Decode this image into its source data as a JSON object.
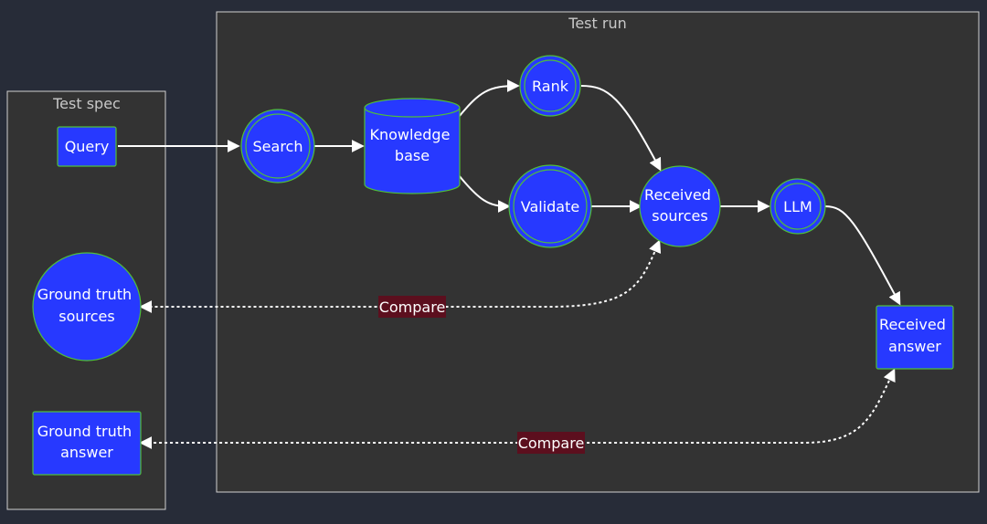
{
  "subgraphs": {
    "test_spec": {
      "title": "Test spec"
    },
    "test_run": {
      "title": "Test run"
    }
  },
  "nodes": {
    "query": {
      "label": "Query"
    },
    "ground_truth_sources": {
      "label": [
        "Ground truth",
        "sources"
      ]
    },
    "ground_truth_answer": {
      "label": [
        "Ground truth",
        "answer"
      ]
    },
    "search": {
      "label": "Search"
    },
    "knowledge_base": {
      "label": [
        "Knowledge",
        "base"
      ]
    },
    "rank": {
      "label": "Rank"
    },
    "validate": {
      "label": "Validate"
    },
    "received_sources": {
      "label": [
        "Received",
        "sources"
      ]
    },
    "llm": {
      "label": "LLM"
    },
    "received_answer": {
      "label": [
        "Received",
        "answer"
      ]
    }
  },
  "edges": [
    {
      "from": "query",
      "to": "search",
      "style": "solid"
    },
    {
      "from": "search",
      "to": "knowledge_base",
      "style": "solid"
    },
    {
      "from": "knowledge_base",
      "to": "rank",
      "style": "solid"
    },
    {
      "from": "knowledge_base",
      "to": "validate",
      "style": "solid"
    },
    {
      "from": "rank",
      "to": "received_sources",
      "style": "solid"
    },
    {
      "from": "validate",
      "to": "received_sources",
      "style": "solid"
    },
    {
      "from": "received_sources",
      "to": "llm",
      "style": "solid"
    },
    {
      "from": "llm",
      "to": "received_answer",
      "style": "solid"
    },
    {
      "from": "received_sources",
      "to": "ground_truth_sources",
      "style": "dotted",
      "label": "Compare",
      "bidirectional": true
    },
    {
      "from": "received_answer",
      "to": "ground_truth_answer",
      "style": "dotted",
      "label": "Compare",
      "bidirectional": true
    }
  ],
  "colors": {
    "background": "#272c38",
    "subgraph_fill": "#333333",
    "node_fill": "#2739ff",
    "node_border": "#4fbf3a",
    "edge": "#ffffff",
    "edge_label_bg": "#5c0f1e"
  }
}
